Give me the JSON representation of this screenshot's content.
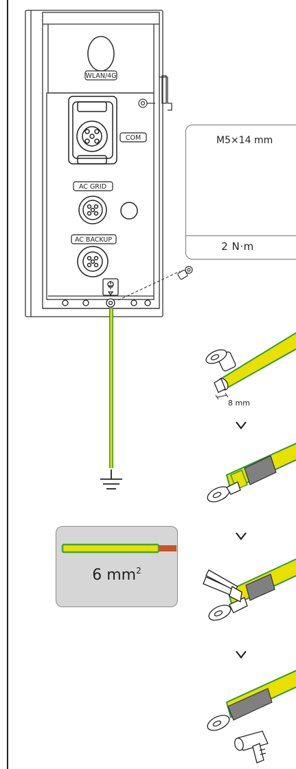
{
  "labels": {
    "wlan": "WLAN/4G",
    "com": "COM",
    "ac_grid": "AC GRID",
    "ac_backup": "AC BACKUP"
  },
  "torque": {
    "screw": "M5×14 mm",
    "value": "2 N·m"
  },
  "strip_length": "8 mm",
  "cable": {
    "cross_section": "6 mm",
    "unit_exponent": "2",
    "colors": {
      "insulation": "#e8e000",
      "stripe": "#3aa83a",
      "conductor": "#c8532a"
    }
  },
  "steps": {
    "arrow": "v"
  },
  "icons": [
    "screw-head-icon",
    "torque-wrench-icon",
    "rotate-clockwise-icon",
    "ground-symbol-icon",
    "crimping-tool-icon",
    "heat-gun-icon"
  ]
}
